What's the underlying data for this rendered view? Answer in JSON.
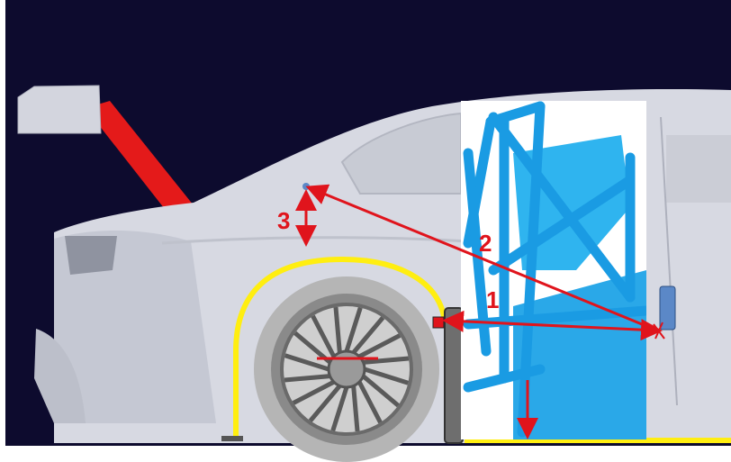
{
  "labels": {
    "one": "1",
    "two": "2",
    "three": "3"
  },
  "colors": {
    "background": "#0d0b2e",
    "body": "#d7d9e2",
    "body_shade": "#b9bcc8",
    "annotation": "#e0141c",
    "wheel_arch_line": "#ffee10",
    "roll_cage": "#1faaee",
    "cage_panel": "#ffffff",
    "marker": "#5b88c7",
    "mud_flap": "#6e6e6e"
  }
}
